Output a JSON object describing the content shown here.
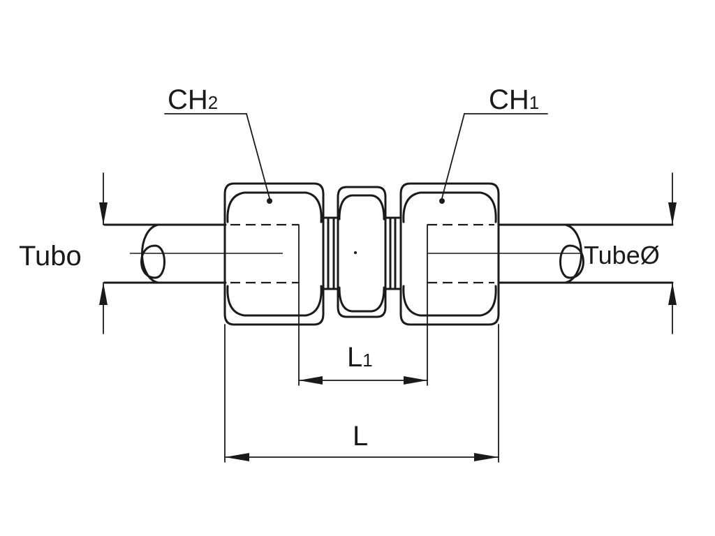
{
  "labels": {
    "ch2": {
      "main": "CH",
      "sub": "2"
    },
    "ch1": {
      "main": "CH",
      "sub": "1"
    },
    "tubo": "Tubo",
    "tube_d": "TubeØ",
    "l1": {
      "main": "L",
      "sub": "1"
    },
    "l": "L"
  }
}
